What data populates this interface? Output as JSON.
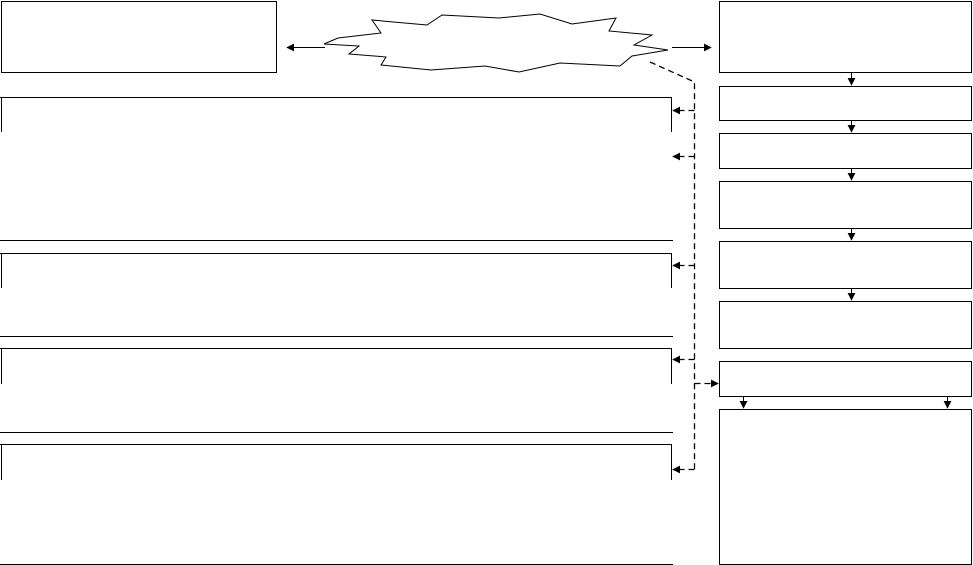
{
  "diagram": {
    "type": "flow-diagram",
    "text_visible": false,
    "stroke_color": "#000000",
    "fill_color": "#ffffff",
    "nodes": [
      {
        "id": "top-left-box",
        "shape": "rectangle",
        "label": ""
      },
      {
        "id": "central-burst",
        "shape": "explosion",
        "label": ""
      },
      {
        "id": "right-box-1",
        "shape": "rectangle",
        "label": ""
      },
      {
        "id": "right-box-2",
        "shape": "rectangle",
        "label": ""
      },
      {
        "id": "right-box-3",
        "shape": "rectangle",
        "label": ""
      },
      {
        "id": "right-box-4",
        "shape": "rectangle",
        "label": ""
      },
      {
        "id": "right-box-5",
        "shape": "rectangle",
        "label": ""
      },
      {
        "id": "right-box-6",
        "shape": "rectangle",
        "label": ""
      },
      {
        "id": "right-box-7",
        "shape": "rectangle",
        "label": ""
      },
      {
        "id": "right-box-8",
        "shape": "rectangle",
        "label": ""
      },
      {
        "id": "left-panel-1",
        "shape": "bracket-panel",
        "label": ""
      },
      {
        "id": "left-panel-2",
        "shape": "bracket-panel",
        "label": ""
      },
      {
        "id": "left-panel-3",
        "shape": "bracket-panel",
        "label": ""
      },
      {
        "id": "left-panel-4",
        "shape": "bracket-panel",
        "label": ""
      }
    ],
    "edges": [
      {
        "from": "central-burst",
        "to": "top-left-box",
        "style": "solid"
      },
      {
        "from": "central-burst",
        "to": "right-box-1",
        "style": "solid"
      },
      {
        "from": "right-box-1",
        "to": "right-box-2",
        "style": "solid"
      },
      {
        "from": "right-box-2",
        "to": "right-box-3",
        "style": "solid"
      },
      {
        "from": "right-box-3",
        "to": "right-box-4",
        "style": "solid"
      },
      {
        "from": "right-box-4",
        "to": "right-box-5",
        "style": "solid"
      },
      {
        "from": "right-box-5",
        "to": "right-box-6",
        "style": "solid"
      },
      {
        "from": "right-box-7",
        "to": "right-box-8",
        "style": "solid",
        "count": 2
      },
      {
        "from": "central-burst",
        "to": "left-panel-1",
        "style": "dashed",
        "count": 2
      },
      {
        "from": "central-burst",
        "to": "left-panel-2",
        "style": "dashed"
      },
      {
        "from": "central-burst",
        "to": "left-panel-3",
        "style": "dashed"
      },
      {
        "from": "central-burst",
        "to": "left-panel-4",
        "style": "dashed"
      },
      {
        "from": "central-burst",
        "to": "right-box-7",
        "style": "dashed"
      }
    ]
  }
}
